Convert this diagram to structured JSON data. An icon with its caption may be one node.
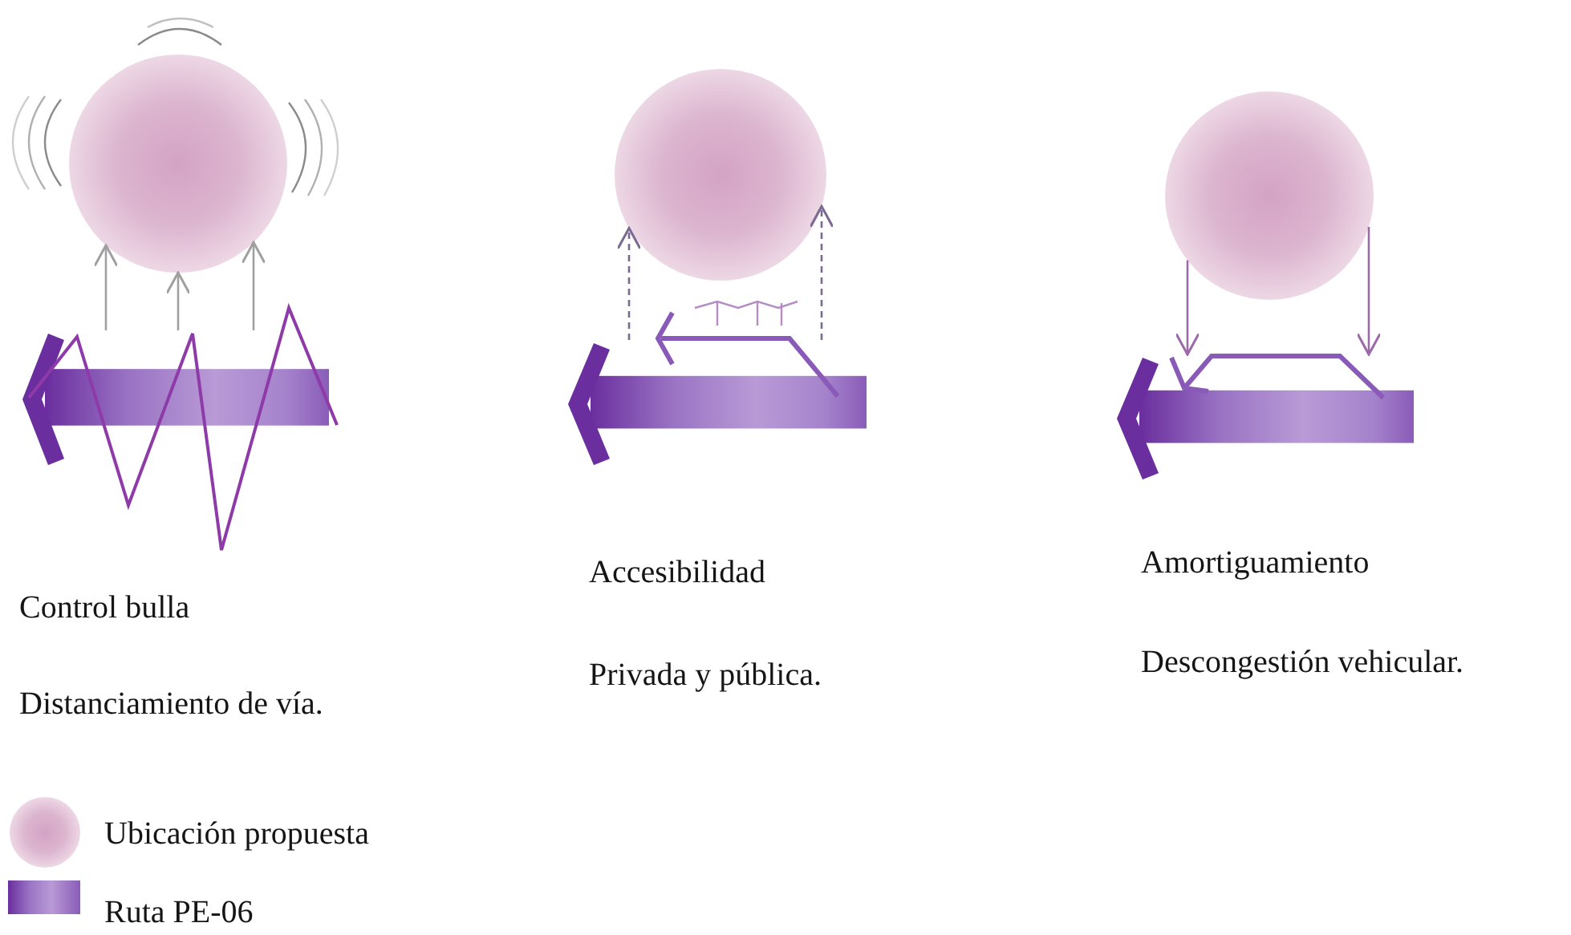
{
  "diagram": {
    "nodes": [
      {
        "text": [],
        "shape": "circle"
      },
      {
        "text": [],
        "shape": "bar"
      },
      {
        "text": [],
        "shape": "circle"
      },
      {
        "text": [],
        "shape": "bar"
      },
      {
        "text": [],
        "shape": "circle"
      },
      {
        "text": [],
        "shape": "bar"
      }
    ],
    "edges": [
      {
        "from": 1,
        "to": 0,
        "arrow": "to"
      },
      {
        "from": 1,
        "to": 0,
        "arrow": "to"
      },
      {
        "from": 1,
        "to": 0,
        "arrow": "to"
      },
      {
        "from": 3,
        "to": 2,
        "arrow": "to",
        "style": "dashed",
        "color": "#7a6a92"
      },
      {
        "from": 3,
        "to": 2,
        "arrow": "to",
        "style": "dashed",
        "color": "#7a6a92"
      },
      {
        "from": 4,
        "to": 5,
        "arrow": "to",
        "color": "#9c6aa8"
      },
      {
        "from": 4,
        "to": 5,
        "arrow": "to",
        "color": "#9c6aa8"
      }
    ],
    "labels": [
      "Control bulla",
      "Distanciamiento de vía.",
      "Accesibilidad",
      "Privada y pública.",
      "Amortiguamiento",
      "Descongestión vehicular."
    ],
    "legend": [
      {
        "text": "Ubicación propuesta"
      },
      {
        "text": "Ruta PE-06"
      }
    ]
  }
}
